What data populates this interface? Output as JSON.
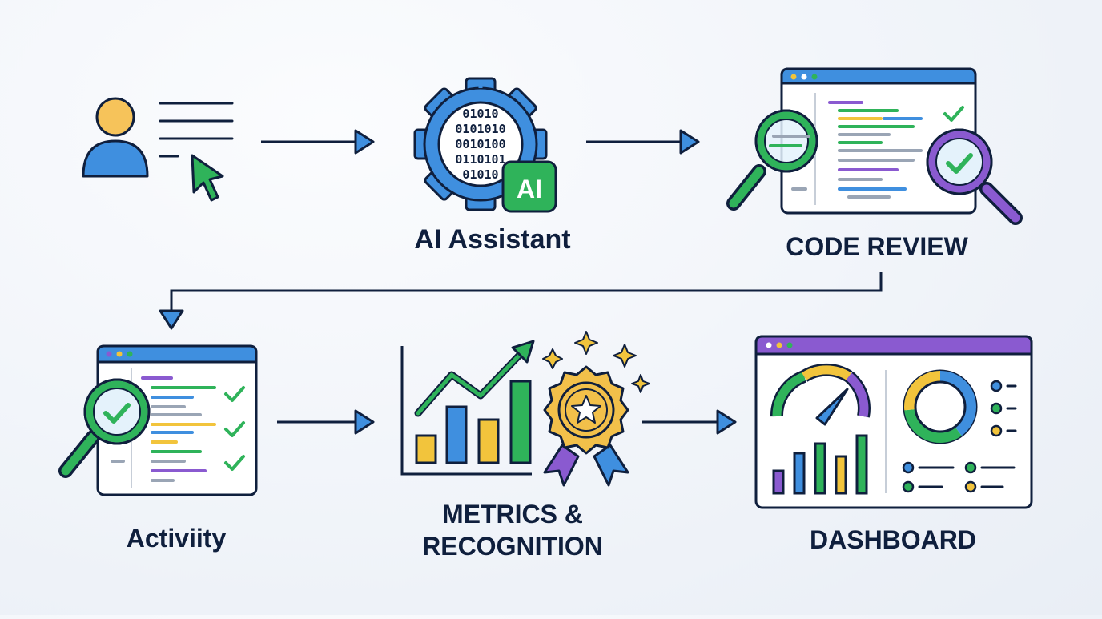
{
  "labels": {
    "ai_assistant": "AI Assistant",
    "code_review": "CODE REVIEW",
    "activity": "Activiity",
    "metrics_line1": "METRICS &",
    "metrics_line2": "RECOGNITION",
    "dashboard": "DASHBOARD"
  },
  "badge": {
    "ai": "AI"
  },
  "binary_lines": [
    "01010",
    "0101010",
    "0010100",
    "0110101",
    "01010"
  ],
  "colors": {
    "navy": "#0f1f3d",
    "blue": "#3f8fdf",
    "green": "#2fb35a",
    "yellow": "#f2c43c",
    "purple": "#8a5ad0",
    "orange": "#f2c04a"
  }
}
